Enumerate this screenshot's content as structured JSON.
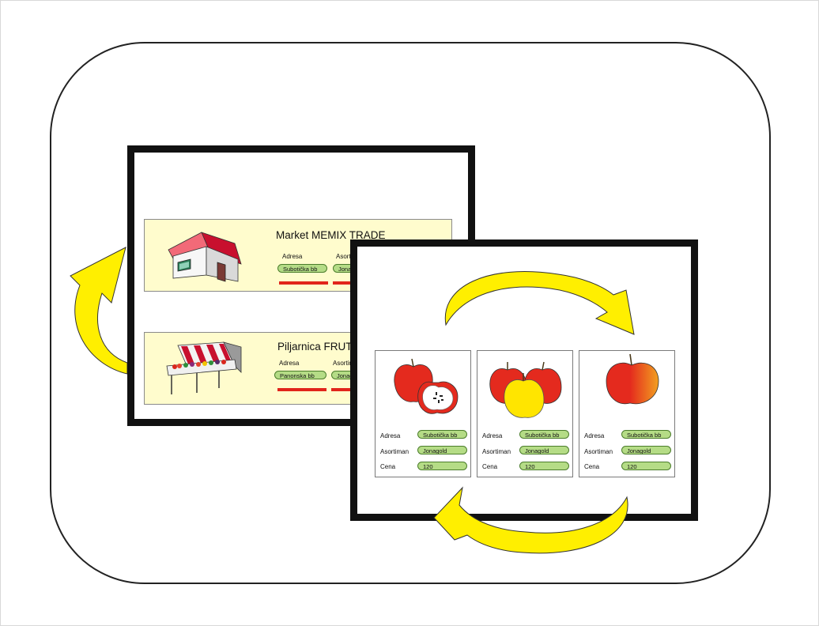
{
  "shops": [
    {
      "title": "Market MEMIX TRADE",
      "address_label": "Adresa",
      "address_value": "Subotička bb",
      "assortment_label": "Asortiman",
      "assortment_value": "Jonagold",
      "illustration": "house-icon"
    },
    {
      "title": "Piljarnica FRUTA",
      "address_label": "Adresa",
      "address_value": "Panonska bb",
      "assortment_label": "Asortiman",
      "assortment_value": "Jonagold",
      "illustration": "market-stall-icon"
    }
  ],
  "products": [
    {
      "address_label": "Adresa",
      "address_value": "Subotička bb",
      "assortment_label": "Asortiman",
      "assortment_value": "Jonagold",
      "price_label": "Cena",
      "price_value": "120",
      "illustration": "apples-cut-icon"
    },
    {
      "address_label": "Adresa",
      "address_value": "Subotička bb",
      "assortment_label": "Asortiman",
      "assortment_value": "Jonagold",
      "price_label": "Cena",
      "price_value": "120",
      "illustration": "apples-group-icon"
    },
    {
      "address_label": "Adresa",
      "address_value": "Subotička bb",
      "assortment_label": "Asortiman",
      "assortment_value": "Jonagold",
      "price_label": "Cena",
      "price_value": "120",
      "illustration": "apple-gradient-icon"
    }
  ],
  "colors": {
    "card_background": "#fffccd",
    "pill_fill": "#b5dc86",
    "accent_red": "#e1251b",
    "arrow_yellow": "#ffef00",
    "frame": "#111111"
  },
  "arrows": [
    "curved-arrow-up-icon",
    "curved-arrow-right-icon",
    "curved-arrow-left-icon"
  ]
}
